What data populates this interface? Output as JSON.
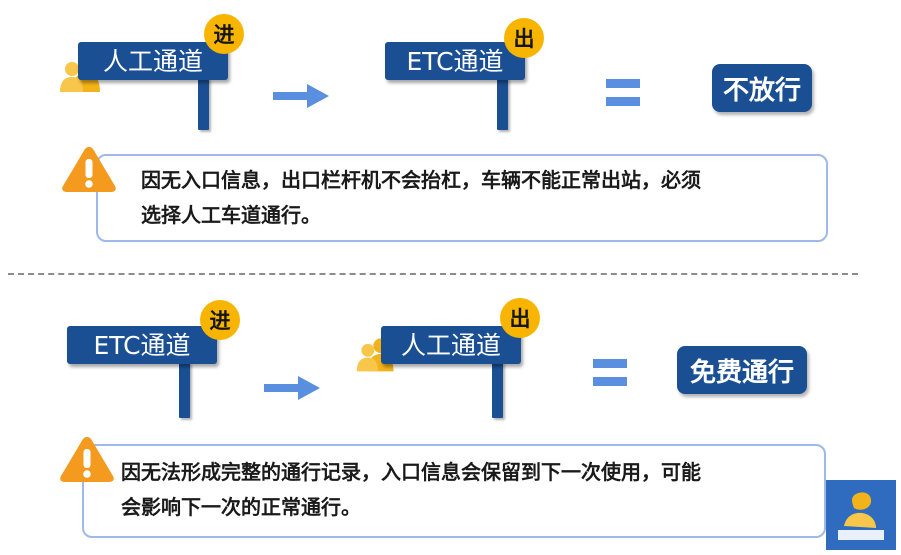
{
  "section1": {
    "entry_sign": "人工通道",
    "entry_badge": "进",
    "exit_sign": "ETC通道",
    "exit_badge": "出",
    "result": "不放行",
    "notice_line1": "因无入口信息，出口栏杆机不会抬杠，车辆不能正常出站，必须",
    "notice_line2": "选择人工车道通行。"
  },
  "section2": {
    "entry_sign": "ETC通道",
    "entry_badge": "进",
    "exit_sign": "人工通道",
    "exit_badge": "出",
    "result": "免费通行",
    "notice_line1": "因无法形成完整的通行记录，入口信息会保留到下一次使用，可能",
    "notice_line2": "会影响下一次的正常通行。"
  },
  "colors": {
    "sign_blue": "#1b4f93",
    "badge_yellow": "#f7b500",
    "warning_orange": "#f39a1f",
    "arrow_blue": "#5a8fe0",
    "notice_border": "#9eb9ea"
  },
  "icons": [
    "person-group-icon",
    "warning-icon",
    "arrow-right-icon",
    "equals-icon",
    "logo-icon"
  ]
}
